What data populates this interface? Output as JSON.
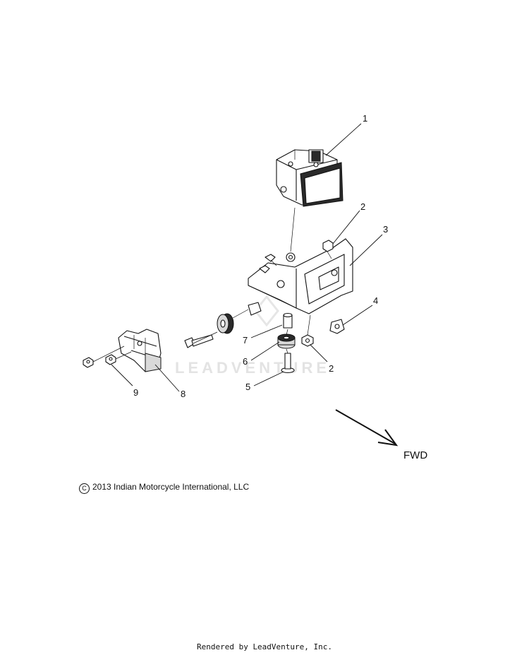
{
  "diagram": {
    "watermark": "LEADVENTURE",
    "direction_label": "FWD",
    "callouts": [
      {
        "id": "c1",
        "label": "1"
      },
      {
        "id": "c2a",
        "label": "2"
      },
      {
        "id": "c3",
        "label": "3"
      },
      {
        "id": "c4",
        "label": "4"
      },
      {
        "id": "c2b",
        "label": "2"
      },
      {
        "id": "c7",
        "label": "7"
      },
      {
        "id": "c6",
        "label": "6"
      },
      {
        "id": "c5",
        "label": "5"
      },
      {
        "id": "c9",
        "label": "9"
      },
      {
        "id": "c8",
        "label": "8"
      }
    ]
  },
  "copyright": {
    "symbol": "C",
    "text": "2013 Indian Motorcycle International, LLC"
  },
  "footer": {
    "text": "Rendered by LeadVenture, Inc."
  }
}
